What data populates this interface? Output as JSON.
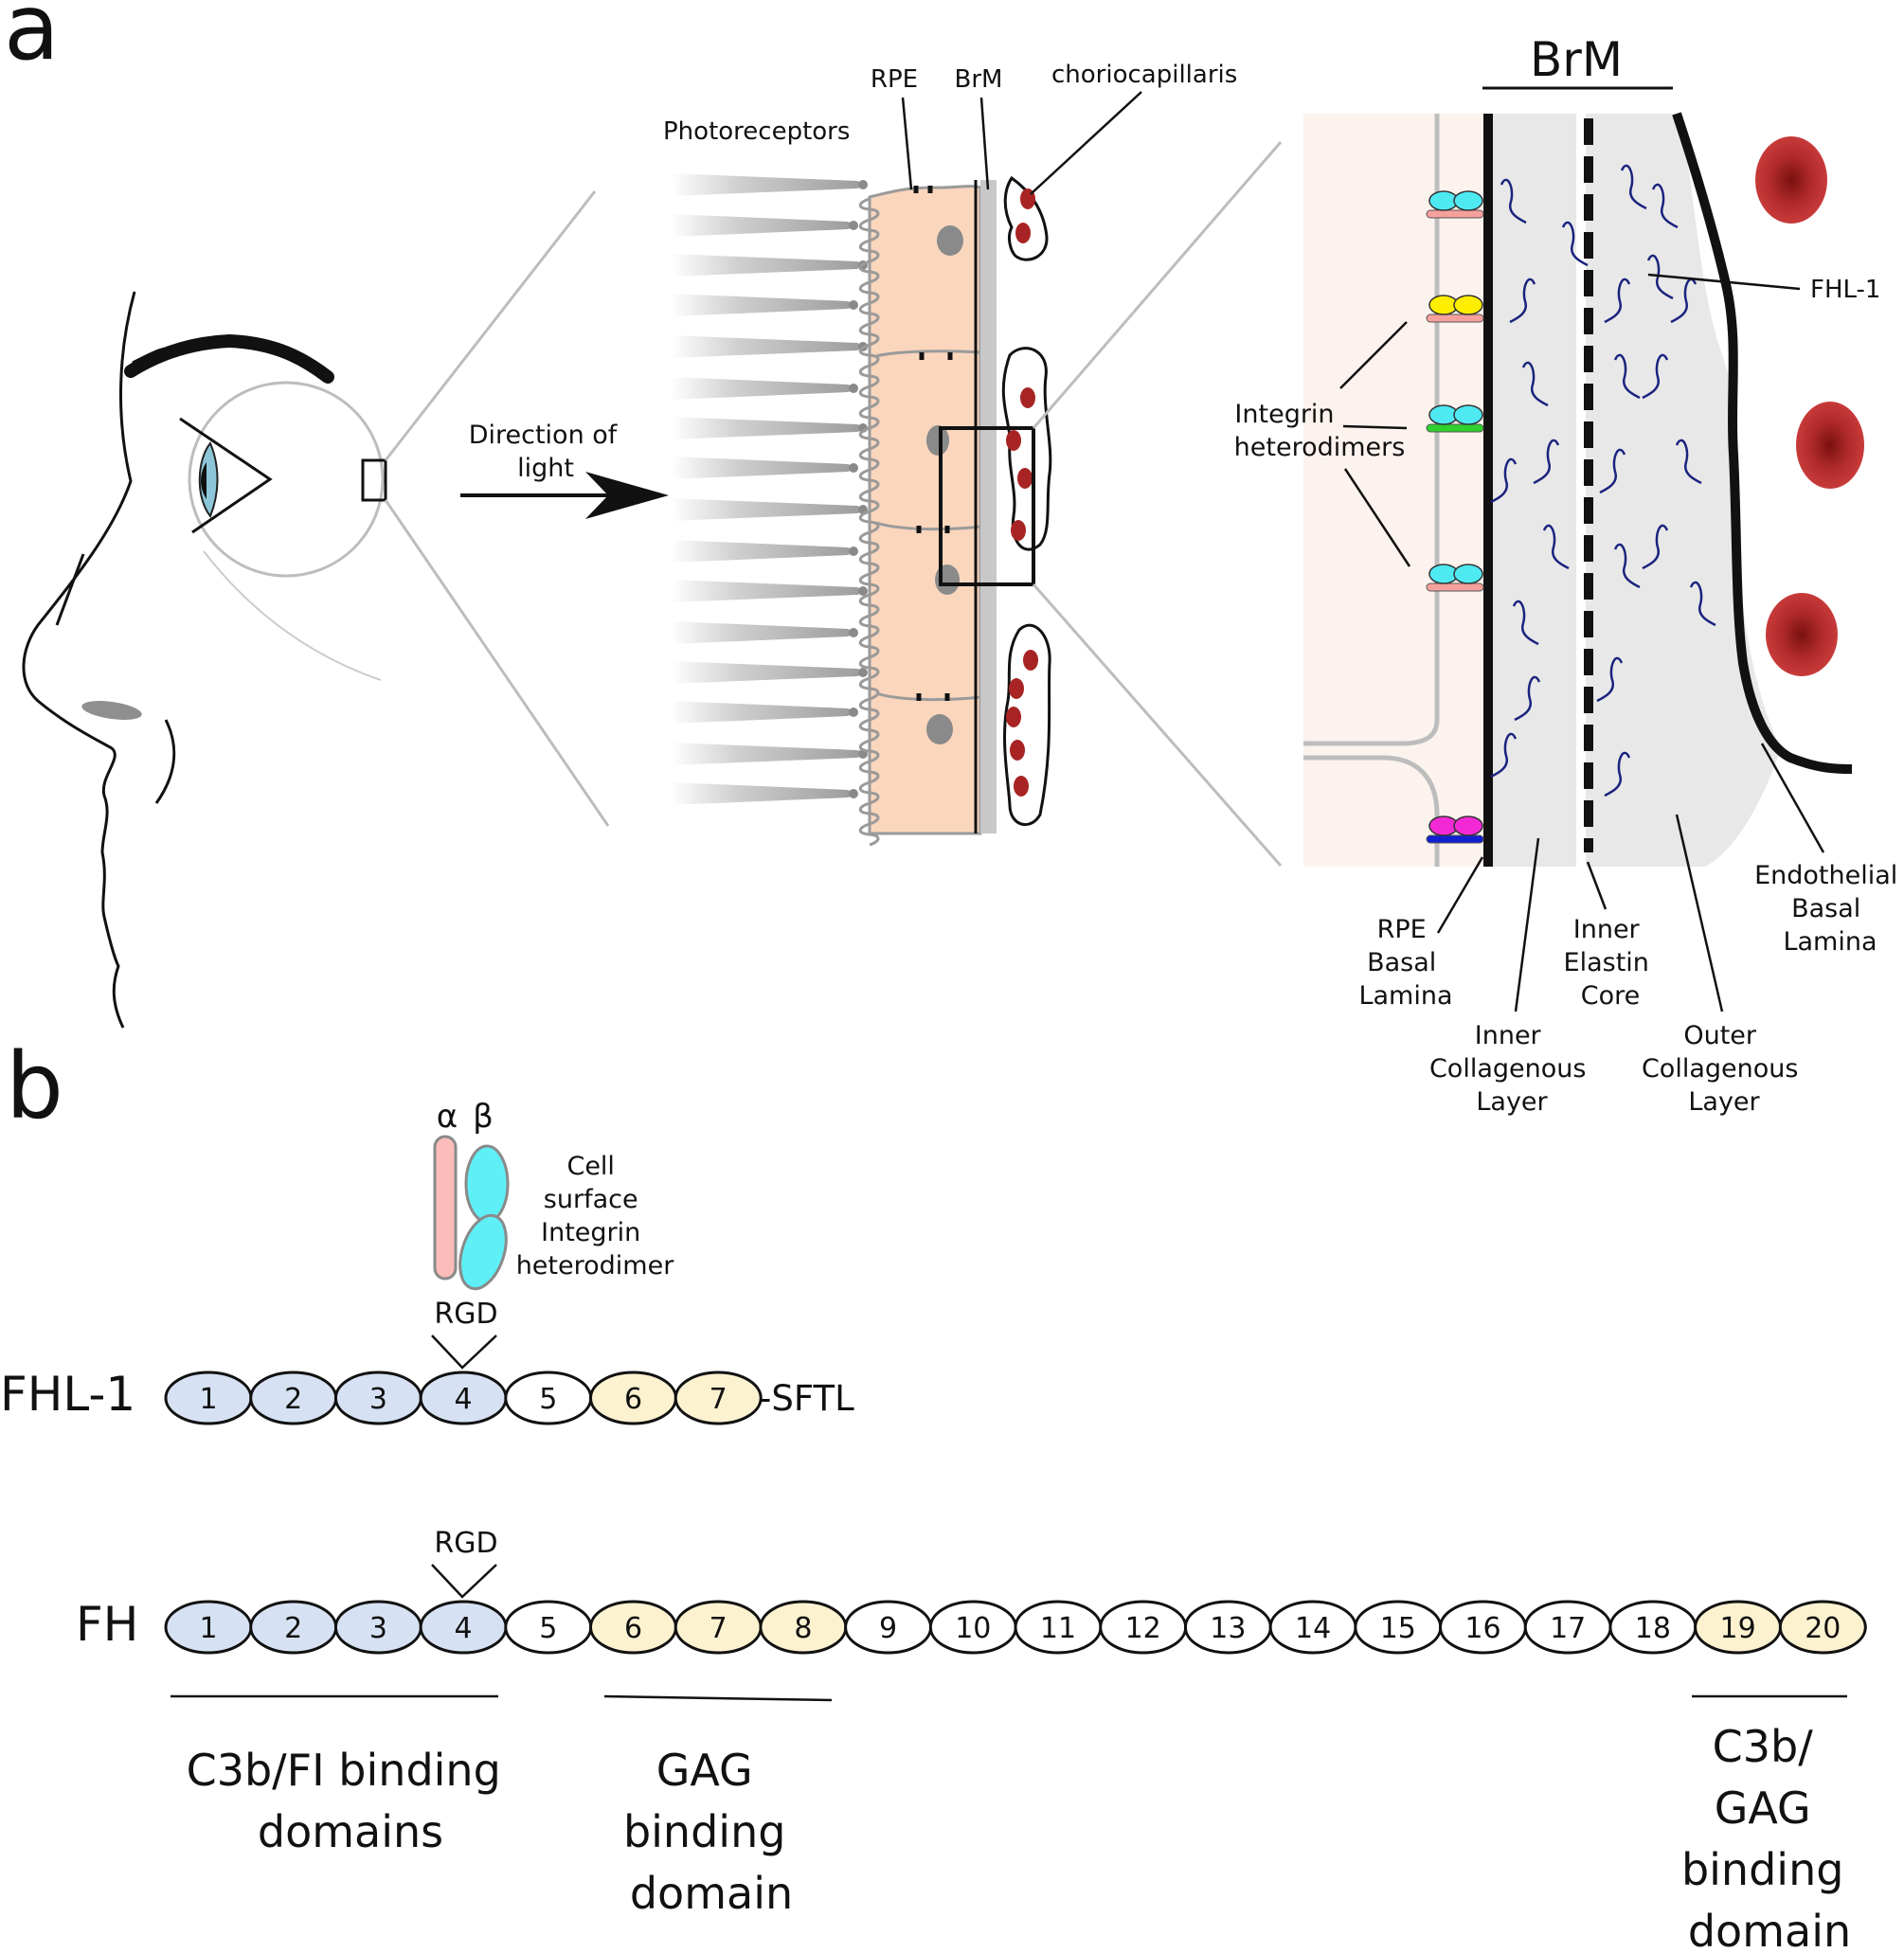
{
  "panel_a": {
    "panel_letter": "a",
    "labels": {
      "rpe": "RPE",
      "brm_small": "BrM",
      "choriocapillaris": "choriocapillaris",
      "photoreceptors": "Photoreceptors",
      "direction_line1": "Direction of",
      "direction_line2": "light",
      "brm_large": "BrM",
      "fhl1": "FHL-1",
      "integrin_line1": "Integrin",
      "integrin_line2": "heterodimers",
      "rpe_basal": [
        "RPE",
        "Basal",
        "Lamina"
      ],
      "inner_collagenous": [
        "Inner",
        "Collagenous",
        "Layer"
      ],
      "inner_elastin": [
        "Inner",
        "Elastin",
        "Core"
      ],
      "outer_collagenous": [
        "Outer",
        "Collagenous",
        "Layer"
      ],
      "endothelial": [
        "Endothelial",
        "Basal",
        "Lamina"
      ]
    }
  },
  "panel_b": {
    "panel_letter": "b",
    "alpha": "α",
    "beta": "β",
    "integrin_caption": [
      "Cell",
      "surface",
      "Integrin",
      "heterodimer"
    ],
    "rgd": "RGD",
    "fhl1_label": "FHL-1",
    "fhl1_suffix": "-SFTL",
    "fh_label": "FH",
    "fhl1_domains": [
      {
        "n": "1",
        "type": "c3b"
      },
      {
        "n": "2",
        "type": "c3b"
      },
      {
        "n": "3",
        "type": "c3b"
      },
      {
        "n": "4",
        "type": "c3b"
      },
      {
        "n": "5",
        "type": "plain"
      },
      {
        "n": "6",
        "type": "gag"
      },
      {
        "n": "7",
        "type": "gag"
      }
    ],
    "fh_domains": [
      {
        "n": "1",
        "type": "c3b"
      },
      {
        "n": "2",
        "type": "c3b"
      },
      {
        "n": "3",
        "type": "c3b"
      },
      {
        "n": "4",
        "type": "c3b"
      },
      {
        "n": "5",
        "type": "plain"
      },
      {
        "n": "6",
        "type": "gag"
      },
      {
        "n": "7",
        "type": "gag"
      },
      {
        "n": "8",
        "type": "gag"
      },
      {
        "n": "9",
        "type": "plain"
      },
      {
        "n": "10",
        "type": "plain"
      },
      {
        "n": "11",
        "type": "plain"
      },
      {
        "n": "12",
        "type": "plain"
      },
      {
        "n": "13",
        "type": "plain"
      },
      {
        "n": "14",
        "type": "plain"
      },
      {
        "n": "15",
        "type": "plain"
      },
      {
        "n": "16",
        "type": "plain"
      },
      {
        "n": "17",
        "type": "plain"
      },
      {
        "n": "18",
        "type": "plain"
      },
      {
        "n": "19",
        "type": "gag"
      },
      {
        "n": "20",
        "type": "gag"
      }
    ],
    "domain_groups": {
      "c3b_fi": [
        "C3b/FI binding",
        "domains"
      ],
      "gag": [
        "GAG",
        "binding",
        "domain"
      ],
      "c3b_gag": [
        "C3b/",
        "GAG",
        "binding",
        "domain"
      ]
    }
  },
  "colors": {
    "c3b_domain": "#d6e2f3",
    "gag_domain": "#fdf2d0",
    "plain_domain": "#ffffff",
    "rpe_cell": "#fad6bd",
    "rpe_zone": "#fdf3ee",
    "brm_fill": "#e8e8e8",
    "rbc": "#a82424",
    "fibril": "#1a237e",
    "integrin_alpha": "#f6a09c",
    "integrin_beta": "#4fe9f2",
    "integrin_yellow": "#ffee00",
    "integrin_green": "#2fd12f",
    "integrin_magenta": "#f22ad6",
    "integrin_blue": "#1020d0",
    "iris": "#8dc6d8"
  }
}
